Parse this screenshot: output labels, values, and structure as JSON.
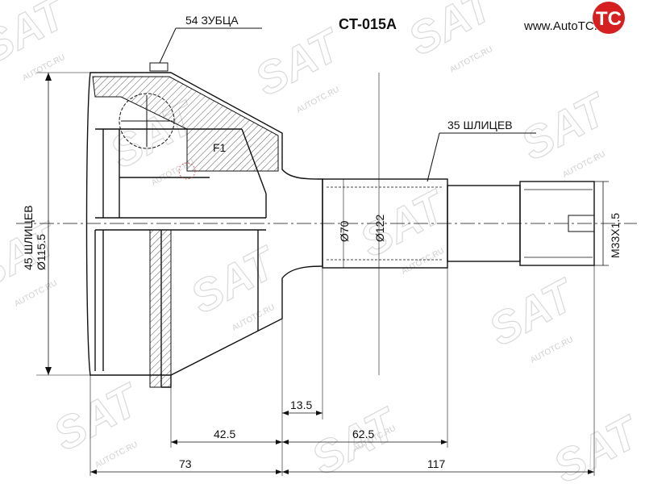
{
  "part_number": "CT-015A",
  "website": "www.AutoTC.ru",
  "logo_text": "TC",
  "watermark_brand": "SAT",
  "watermark_site": "AUTOTC.RU",
  "labels": {
    "teeth": "54 ЗУБЦА",
    "outer_splines": "35 ШЛИЦЕВ",
    "inner_splines": "45 ШЛИЦЕВ",
    "inner_diameter": "Ø115.5",
    "shaft_diameter": "Ø70",
    "abs_diameter": "Ø122",
    "thread": "M33X1.5",
    "f1": "F1"
  },
  "dimensions": {
    "d_13_5": "13.5",
    "d_42_5": "42.5",
    "d_62_5": "62.5",
    "d_73": "73",
    "d_117": "117"
  },
  "colors": {
    "line": "#111111",
    "logo": "#d42020",
    "watermark": "#d9d9d9"
  }
}
